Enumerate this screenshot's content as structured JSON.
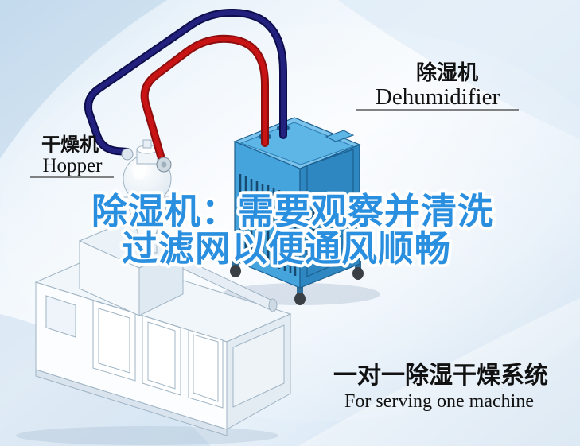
{
  "diagram": {
    "dehumidifier_label": {
      "zh": "除湿机",
      "en": "Dehumidifier"
    },
    "hopper_label": {
      "zh": "干燥机",
      "en": "Hopper"
    },
    "system_label": {
      "zh": "一对一除湿干燥系统",
      "en": "For serving one machine"
    },
    "caption": {
      "line1": "除湿机：需要观察并清洗",
      "line2": "过滤网以便通风顺畅"
    }
  },
  "colors": {
    "caption_fill": "#2a8fdf",
    "caption_outline": "#ffffff",
    "pipe_red": "#c81414",
    "pipe_navy": "#22227e",
    "dehumidifier_blue": "#46a4dd",
    "label_text": "#111111"
  },
  "illustration_parts": {
    "dehumidifier_unit": "dehumidifier-unit-illustration",
    "hopper": "hopper-illustration",
    "extruder": "extruder-machine-illustration",
    "red_pipe": "air-supply-pipe-red",
    "navy_pipe": "air-return-pipe-navy"
  }
}
